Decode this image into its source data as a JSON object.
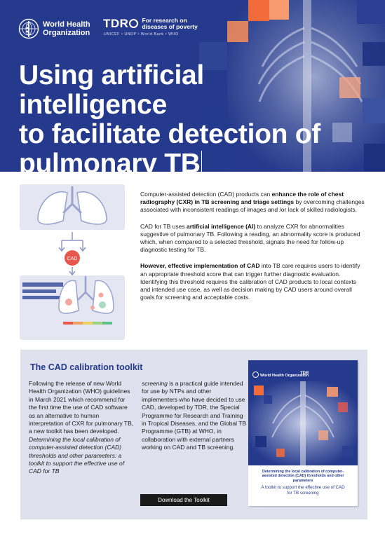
{
  "header": {
    "who_logo_text": [
      "World Health",
      "Organization"
    ],
    "tdr_logo": "TDR",
    "tdr_tagline": [
      "For research on",
      "diseases of poverty"
    ],
    "tdr_sponsors": "UNICEF • UNDP • World Bank • WHO",
    "title_lines": [
      "Using artificial intelligence",
      "to facilitate detection of",
      "pulmonary TB"
    ]
  },
  "illustration": {
    "badge": "CAD"
  },
  "intro": {
    "p1_a": "Computer-assisted detection (CAD) products can ",
    "p1_b": "enhance the role of chest radiography (CXR) in TB screening and triage settings",
    "p1_c": " by overcoming challenges associated with inconsistent readings of images and /or lack of skilled radiologists.",
    "p2_a": "CAD for TB uses ",
    "p2_b": "artificial intelligence (AI)",
    "p2_c": " to analyze CXR for abnormalities suggestive of pulmonary TB. Following a reading, an abnormality score is produced which, when compared to a selected threshold, signals the need for follow-up diagnostic testing for TB.",
    "p3_a": "However, effective implementation of CAD",
    "p3_b": " into TB care requires users to identify an appropriate threshold score that can trigger further diagnostic evaluation. Identifying this threshold requires the calibration of CAD products to local contexts and intended use case, as well as decision making by CAD users around overall goals for screening and acceptable costs."
  },
  "toolkit": {
    "title": "The CAD calibration toolkit",
    "col1_a": "Following the release of new World Health Organization (WHO) guidelines in March 2021 which recommend for the first time the use of CAD software as an alternative to human interpretation of CXR for pulmonary TB, a new toolkit has been developed. ",
    "col1_b": "Determining the local calibration of computer-assisted detection (CAD) thresholds and other parameters: a toolkit to support the effective use of CAD for TB",
    "col2_a": "screening",
    "col2_b": " is a practical guide intended for use by NTPs and other implementers who have decided to use CAD, developed by TDR, the Special Programme for Research and Training in Tropical Diseases, and the Global TB Programme (GTB) at WHO, in collaboration with external partners working on CAD and TB screening.",
    "button": "Download the Toolkit"
  },
  "cover": {
    "who": "World Health Organization",
    "tdr": "TDR",
    "title": "Determining the local calibration of computer-assisted detection (CAD) thresholds and other parameters",
    "subtitle": "A toolkit to support the effective use of CAD for TB screening"
  },
  "colors": {
    "brand_blue": "#253a8c",
    "panel_bg": "#dfe2ee",
    "accent_red": "#e8574d",
    "accent_green": "#5bbf8a"
  }
}
